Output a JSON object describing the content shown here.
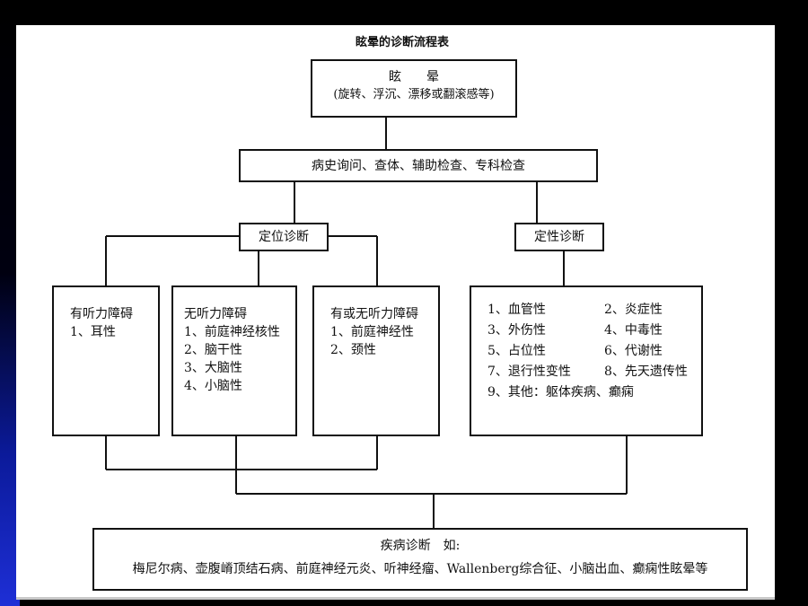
{
  "title": "眩晕的诊断流程表",
  "top": {
    "line1": "眩　　晕",
    "line2": "(旋转、浮沉、漂移或翻滚感等)"
  },
  "exam": "病史询问、查体、辅助检查、专科检查",
  "localization": "定位诊断",
  "qualitative": "定性诊断",
  "hearing_loss": {
    "title": "有听力障碍",
    "items": [
      "1、耳性"
    ]
  },
  "no_hearing_loss": {
    "title": "无听力障碍",
    "items": [
      "1、前庭神经核性",
      "2、脑干性",
      "3、大脑性",
      "4、小脑性"
    ]
  },
  "with_or_without": {
    "title": "有或无听力障碍",
    "items": [
      "1、前庭神经性",
      "2、颈性"
    ]
  },
  "causes": {
    "items": [
      "1、血管性",
      "2、炎症性",
      "3、外伤性",
      "4、中毒性",
      "5、占位性",
      "6、代谢性",
      "7、退行性变性",
      "8、先天遗传性"
    ],
    "other": "9、其他：躯体疾病、癫痫"
  },
  "disease": {
    "line1": "疾病诊断　如:",
    "line2": "梅尼尔病、壶腹嵴顶结石病、前庭神经元炎、听神经瘤、Wallenberg综合征、小脑出血、癫痫性眩晕等"
  }
}
